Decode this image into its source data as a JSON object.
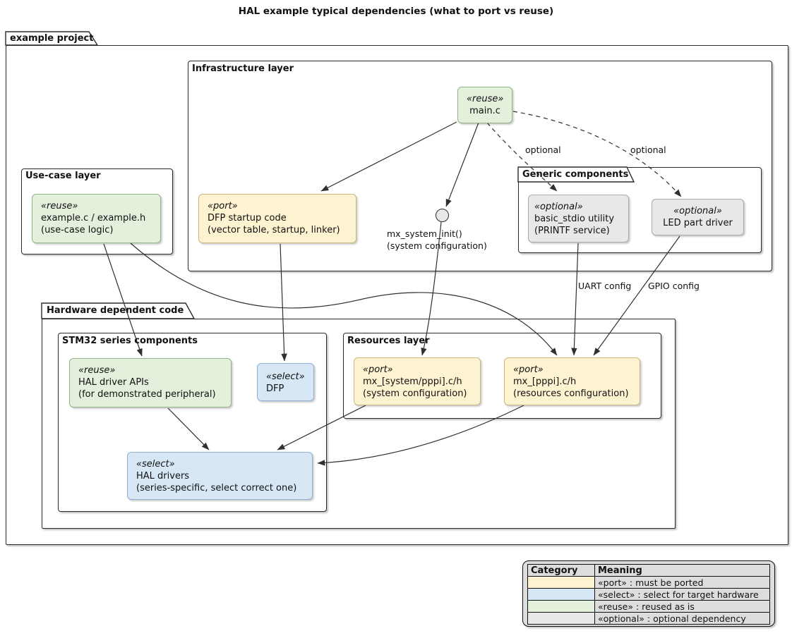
{
  "title": "HAL example typical dependencies (what to port vs reuse)",
  "packages": {
    "example_project": {
      "label": "example project"
    },
    "hardware_dependent": {
      "label": "Hardware dependent code"
    }
  },
  "frames": {
    "infrastructure": {
      "label": "Infrastructure layer"
    },
    "use_case": {
      "label": "Use-case layer"
    },
    "generic": {
      "label": "Generic components"
    },
    "stm32": {
      "label": "STM32 series components"
    },
    "resources": {
      "label": "Resources layer"
    }
  },
  "nodes": {
    "main_c": {
      "stereotype": "«reuse»",
      "lines": [
        "main.c"
      ]
    },
    "example_c": {
      "stereotype": "«reuse»",
      "lines": [
        "example.c / example.h",
        "(use-case logic)"
      ]
    },
    "dfp_startup": {
      "stereotype": "«port»",
      "lines": [
        "DFP startup code",
        "(vector table, startup, linker)"
      ]
    },
    "basic_stdio": {
      "stereotype": "«optional»",
      "lines": [
        "basic_stdio utility",
        "(PRINTF service)"
      ]
    },
    "led_driver": {
      "stereotype": "«optional»",
      "lines": [
        "LED part driver"
      ]
    },
    "hal_apis": {
      "stereotype": "«reuse»",
      "lines": [
        "HAL driver APIs",
        "(for demonstrated peripheral)"
      ]
    },
    "dfp_select": {
      "stereotype": "«select»",
      "lines": [
        "DFP"
      ]
    },
    "mx_system": {
      "stereotype": "«port»",
      "lines": [
        "mx_[system/pppi].c/h",
        "(system configuration)"
      ]
    },
    "mx_pppi": {
      "stereotype": "«port»",
      "lines": [
        "mx_[pppi].c/h",
        "(resources configuration)"
      ]
    },
    "hal_drivers": {
      "stereotype": "«select»",
      "lines": [
        "HAL drivers",
        "(series-specific, select correct one)"
      ]
    }
  },
  "interface_label": {
    "name": "mx_system_init()",
    "desc": "(system configuration)"
  },
  "edge_labels": {
    "optional_stdio": "optional",
    "optional_led": "optional",
    "uart": "UART config",
    "gpio": "GPIO config"
  },
  "legend": {
    "header_category": "Category",
    "header_meaning": "Meaning",
    "rows": [
      {
        "color": "#FDF3D0",
        "meaning": "«port» : must be ported"
      },
      {
        "color": "#D8E7F6",
        "meaning": "«select» : select for target hardware"
      },
      {
        "color": "#E3F0DC",
        "meaning": "«reuse» : reused as is"
      },
      {
        "color": "#E8E8E8",
        "meaning": "«optional» : optional dependency"
      }
    ]
  },
  "colors": {
    "port": "#FDF3D0",
    "select": "#D8E7F6",
    "reuse": "#E3F0DC",
    "optional": "#E8E8E8",
    "line": "#2f2f2f"
  }
}
